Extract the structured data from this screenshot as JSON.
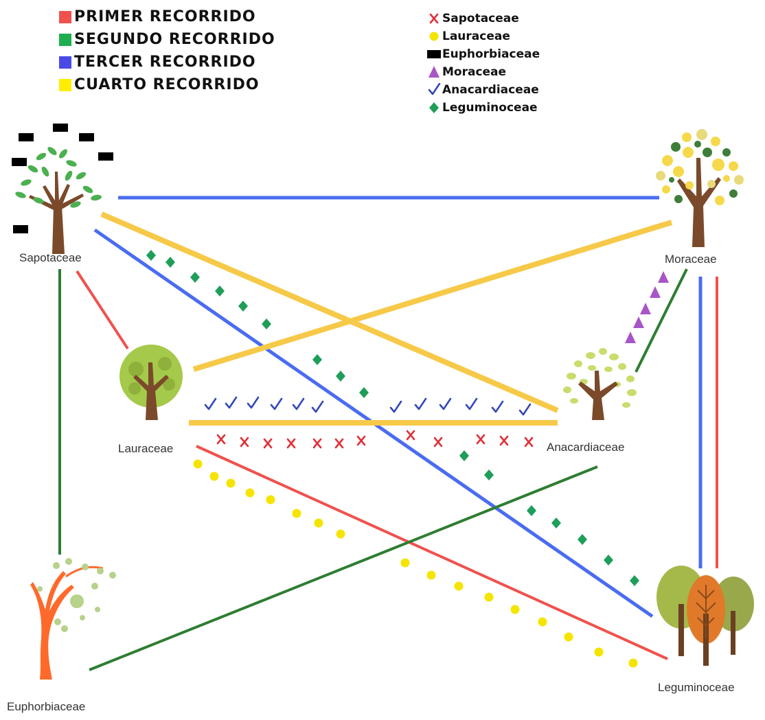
{
  "colors": {
    "route1": "#f0514d",
    "route2": "#2e7d32",
    "route3": "#4a6cf0",
    "route4": "#f7c948",
    "sapotaceae": "#e0303a",
    "lauraceae": "#f5e400",
    "euphorbiaceae": "#000000",
    "moraceae": "#a855c8",
    "anacardiaceae": "#3548b8",
    "leguminoceae": "#1f9e5a"
  },
  "routes_legend": [
    {
      "label": "PRIMER RECORRIDO",
      "color": "#f0514d"
    },
    {
      "label": "SEGUNDO RECORRIDO",
      "color": "#1fae4f"
    },
    {
      "label": "TERCER RECORRIDO",
      "color": "#4a4ae8"
    },
    {
      "label": "CUARTO RECORRIDO",
      "color": "#ffee00"
    }
  ],
  "families_legend": [
    {
      "label": "Sapotaceae",
      "marker": "x-mark-icon",
      "color": "#e0303a"
    },
    {
      "label": "Lauraceae",
      "marker": "circle-icon",
      "color": "#f5e400"
    },
    {
      "label": "Euphorbiaceae",
      "marker": "rectangle-icon",
      "color": "#000000"
    },
    {
      "label": "Moraceae",
      "marker": "triangle-icon",
      "color": "#a855c8"
    },
    {
      "label": "Anacardiaceae",
      "marker": "check-mark-icon",
      "color": "#3548b8"
    },
    {
      "label": "Leguminoceae",
      "marker": "diamond-icon",
      "color": "#1f9e5a"
    }
  ],
  "nodes": {
    "sapotaceae": "Sapotaceae",
    "moraceae": "Moraceae",
    "lauraceae": "Lauraceae",
    "anacardiaceae": "Anacardiaceae",
    "euphorbiaceae": "Euphorbiaceae",
    "leguminoceae": "Leguminoceae"
  }
}
